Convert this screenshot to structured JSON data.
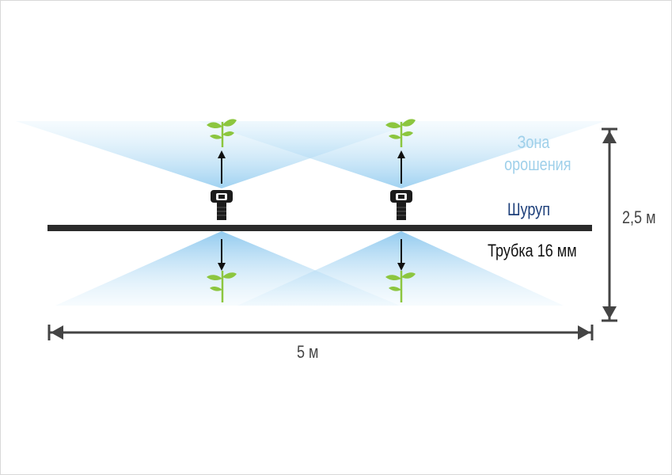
{
  "labels": {
    "zone_line1": "Зона",
    "zone_line2": "орошения",
    "screw": "Шуруп",
    "tube": "Трубка 16 мм",
    "width": "5 м",
    "height": "2,5 м"
  },
  "colors": {
    "zone_text": "#9fd0ea",
    "screw_text": "#1d3f7a",
    "tube": "#2b2b2b",
    "spray": "#b9e0f6",
    "plant": "#7cc242",
    "dimension": "#444444"
  },
  "icons": [
    "plant-icon",
    "sprinkler-icon",
    "arrow-up-icon",
    "arrow-down-icon"
  ]
}
